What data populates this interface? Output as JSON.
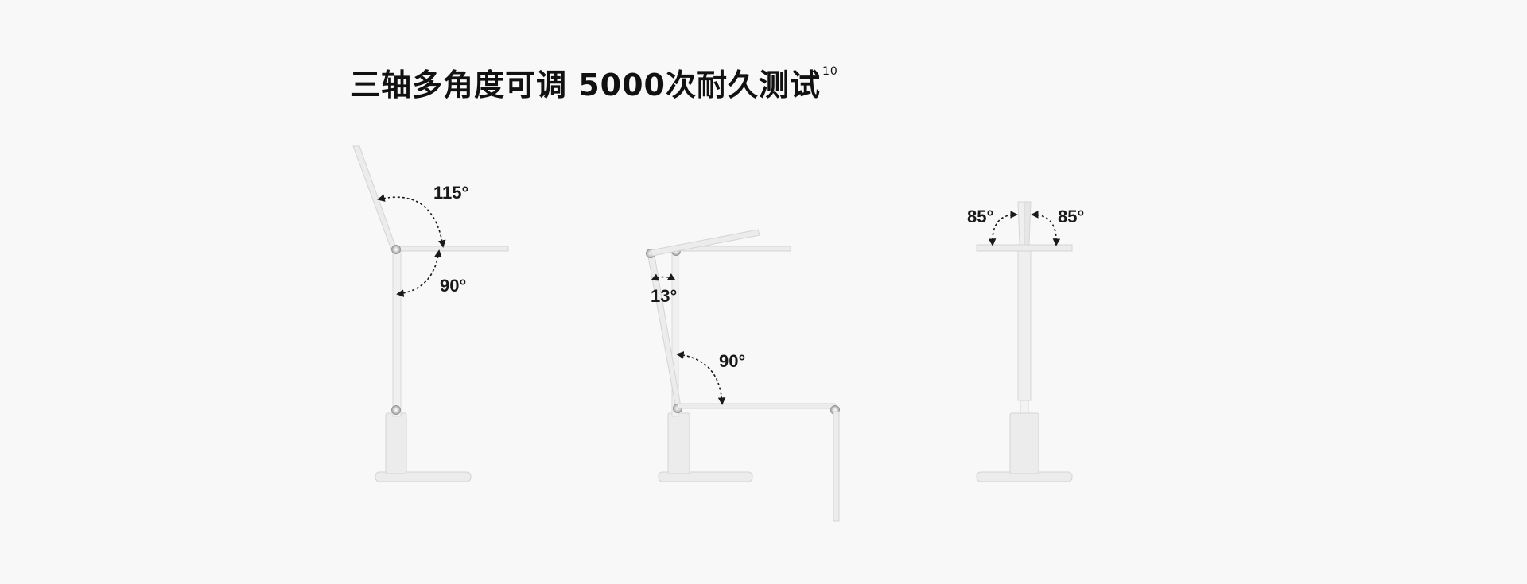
{
  "page": {
    "title": "三轴多角度可调 5000次耐久测试",
    "title_footnote": "10"
  },
  "colors": {
    "background": "#f8f8f8",
    "lamp_body": "#ebebeb",
    "lamp_edge": "#d2d2d2",
    "text": "#111111"
  },
  "lamps": [
    {
      "angles": [
        "115°",
        "90°"
      ]
    },
    {
      "angles": [
        "13°",
        "90°"
      ]
    },
    {
      "angles": [
        "85°",
        "85°"
      ]
    }
  ]
}
